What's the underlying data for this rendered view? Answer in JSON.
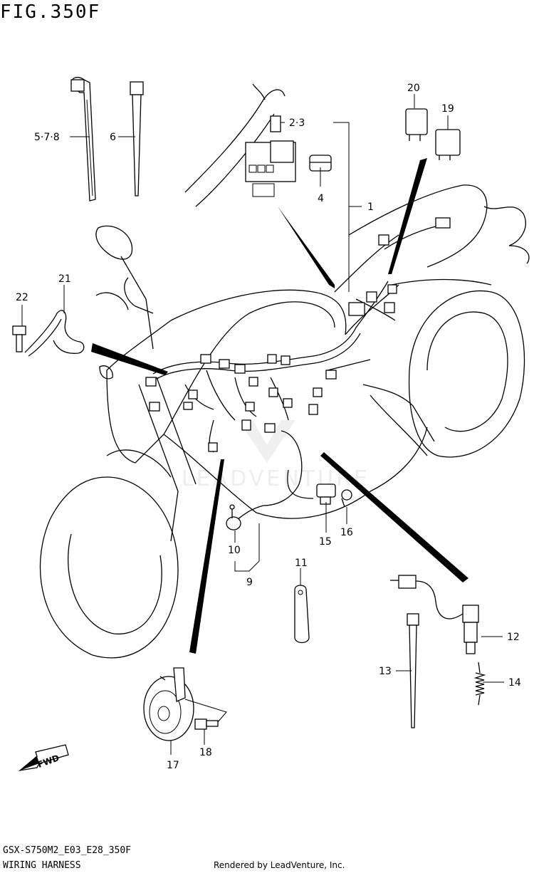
{
  "header": {
    "fig_title": "FIG.350F"
  },
  "footer": {
    "model_code": "GSX-S750M2_E03_E28_350F",
    "section_title": "WIRING HARNESS",
    "rendered_by": "Rendered by LeadVenture, Inc."
  },
  "watermark": "LEADVENTURE",
  "fwd_label": "FWD",
  "callouts": {
    "c1": "1",
    "c23": "2·3",
    "c4": "4",
    "c578": "5·7·8",
    "c6": "6",
    "c9": "9",
    "c10": "10",
    "c11": "11",
    "c12": "12",
    "c13": "13",
    "c14": "14",
    "c15": "15",
    "c16": "16",
    "c17": "17",
    "c18": "18",
    "c19": "19",
    "c20": "20",
    "c21": "21",
    "c22": "22"
  }
}
